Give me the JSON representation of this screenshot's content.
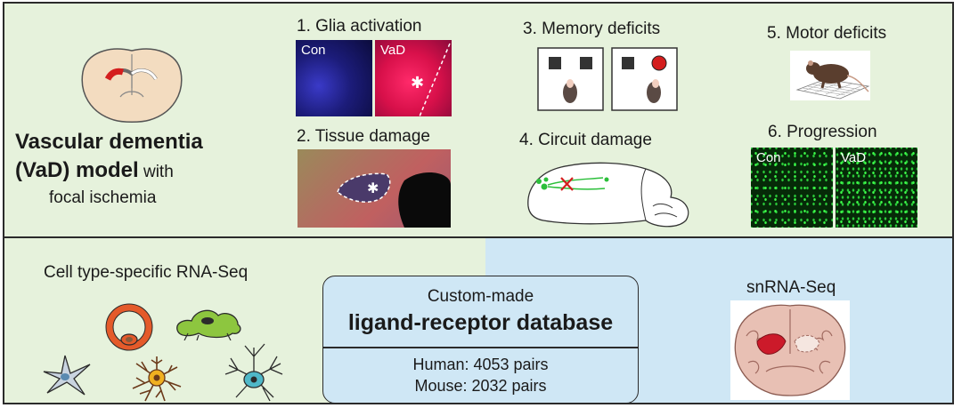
{
  "title": {
    "line1": "Vascular dementia",
    "line2": "(VaD) model",
    "line2_suffix": " with",
    "line3": "focal ischemia"
  },
  "panels": [
    {
      "label": "1. Glia activation",
      "tags": [
        "Con",
        "VaD"
      ]
    },
    {
      "label": "2. Tissue damage"
    },
    {
      "label": "3. Memory deficits"
    },
    {
      "label": "4. Circuit damage"
    },
    {
      "label": "5. Motor deficits"
    },
    {
      "label": "6. Progression",
      "tags": [
        "Con",
        "VaD"
      ]
    }
  ],
  "bottom": {
    "left_label": "Cell type-specific RNA-Seq",
    "right_label": "snRNA-Seq",
    "database": {
      "custom": "Custom-made",
      "title": "ligand-receptor database",
      "human": "Human: 4053 pairs",
      "mouse": "Mouse: 2032 pairs"
    }
  },
  "colors": {
    "top_bg": "#e6f2dc",
    "bottom_right_bg": "#cfe7f5",
    "accent_red": "#d41e1e"
  }
}
